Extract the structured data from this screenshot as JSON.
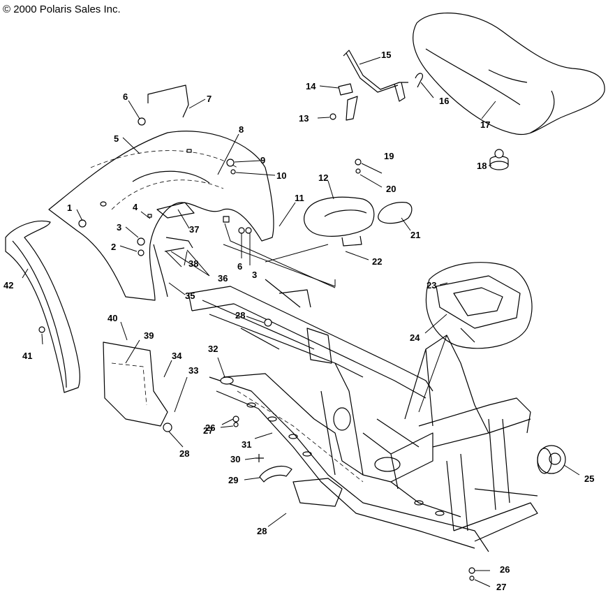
{
  "copyright": "© 2000 Polaris Sales Inc.",
  "callouts": {
    "c1": "1",
    "c2": "2",
    "c3a": "3",
    "c3b": "3",
    "c4": "4",
    "c5": "5",
    "c6a": "6",
    "c6b": "6",
    "c7": "7",
    "c8": "8",
    "c9": "9",
    "c10": "10",
    "c11": "11",
    "c12": "12",
    "c13": "13",
    "c14": "14",
    "c15": "15",
    "c16": "16",
    "c17": "17",
    "c18": "18",
    "c19": "19",
    "c20": "20",
    "c21": "21",
    "c22": "22",
    "c23": "23",
    "c24": "24",
    "c25": "25",
    "c26a": "26",
    "c26b": "26",
    "c27a": "27",
    "c27b": "27",
    "c28a": "28",
    "c28b": "28",
    "c28c": "28",
    "c29": "29",
    "c30": "30",
    "c31": "31",
    "c32": "32",
    "c33": "33",
    "c34": "34",
    "c35": "35",
    "c36": "36",
    "c37": "37",
    "c38": "38",
    "c39": "39",
    "c40": "40",
    "c41": "41",
    "c42": "42"
  }
}
